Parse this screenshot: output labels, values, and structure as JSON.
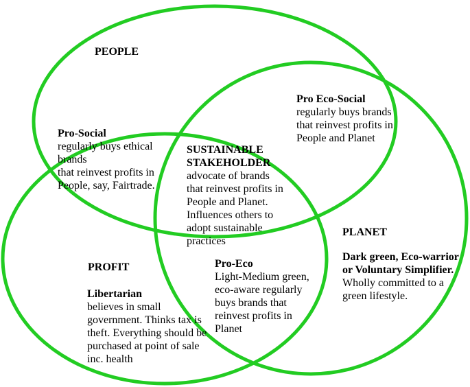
{
  "circles": {
    "people": {
      "label": "PEOPLE"
    },
    "planet": {
      "label": "PLANET"
    },
    "profit": {
      "label": "PROFIT"
    },
    "stroke_color": "#22cc22"
  },
  "regions": {
    "pro_social": {
      "heading": "Pro-Social",
      "text": "regularly buys ethical\nbrands\nthat reinvest profits in\nPeople, say, Fairtrade."
    },
    "pro_eco_social": {
      "heading": "Pro Eco-Social",
      "text": "regularly buys brands\nthat reinvest profits in\nPeople and Planet"
    },
    "sustainable": {
      "heading_line1": "SUSTAINABLE",
      "heading_line2": "STAKEHOLDER",
      "text": "advocate of brands\nthat reinvest profits in\nPeople and Planet.\nInfluences others to\nadopt sustainable\npractices"
    },
    "planet": {
      "heading_line1": "Dark green, Eco-warrior",
      "heading_line2": "or Voluntary Simplifier.",
      "text": "Wholly committed to a\ngreen lifestyle."
    },
    "pro_eco": {
      "heading": "Pro-Eco",
      "text": "Light-Medium green,\neco-aware regularly\nbuys brands that\nreinvest profits in\nPlanet"
    },
    "profit": {
      "heading": "Libertarian",
      "text": "believes in small\ngovernment. Thinks tax is\ntheft. Everything should be\npurchased at point of sale\ninc. health"
    }
  }
}
